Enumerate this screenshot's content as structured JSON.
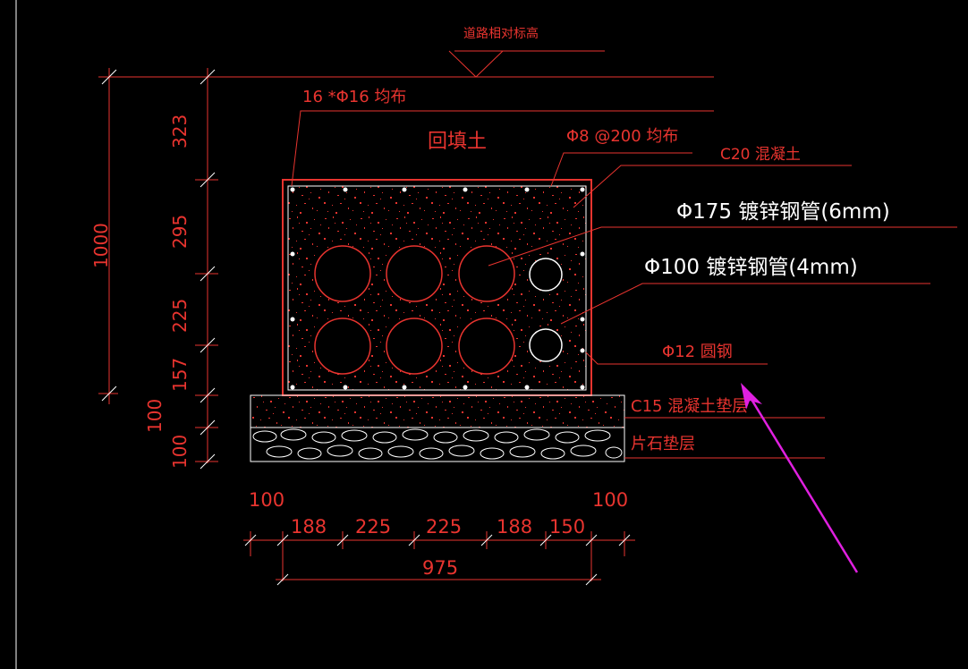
{
  "labels": {
    "road_elevation": "道路相对标高",
    "rebar_main": "16 *Φ16 均布",
    "backfill": "回填土",
    "stirrup": "Φ8 @200 均布",
    "concrete_c20": "C20 混凝土",
    "pipe_175": "Φ175 镀锌钢管(6mm)",
    "pipe_100": "Φ100 镀锌钢管(4mm)",
    "round_steel": "Φ12 圆钢",
    "cushion_c15": "C15 混凝土垫层",
    "stone_layer": "片石垫层"
  },
  "dimensions": {
    "vertical": {
      "total": "1000",
      "top": "323",
      "seg1": "295",
      "seg2": "225",
      "seg3": "157",
      "cushion": "100",
      "stone": "100"
    },
    "horizontal": {
      "left_offset": "100",
      "right_offset": "100",
      "seg1": "188",
      "seg2": "225",
      "seg3": "225",
      "seg4": "188",
      "seg5": "150",
      "total": "975"
    }
  },
  "colors": {
    "background": "#000000",
    "line_red": "#e8342f",
    "line_white": "#ffffff",
    "arrow_magenta": "#e020e0",
    "dim_tick": "#ffffff"
  }
}
